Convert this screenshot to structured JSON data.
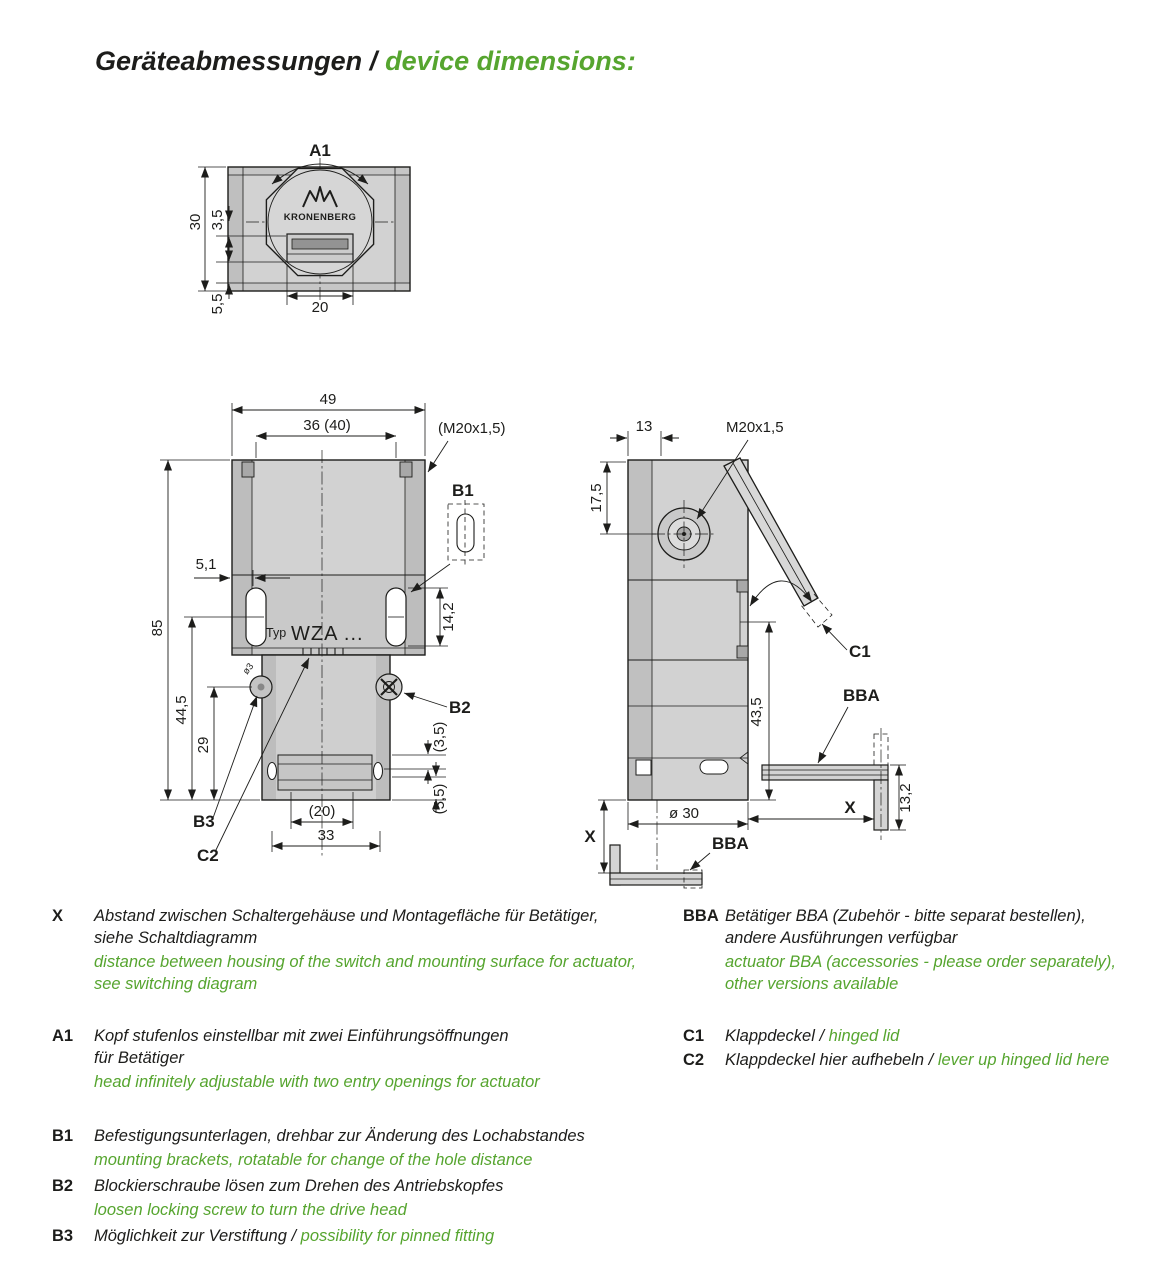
{
  "colors": {
    "green": "#56a52f",
    "ink": "#1d1d1b"
  },
  "title": {
    "de": "Geräteabmessungen /",
    "en": "device dimensions:"
  },
  "top_view": {
    "a1": "A1",
    "brand": "KRONENBERG",
    "d30": "30",
    "d35": "3,5",
    "d55": "5,5",
    "d20": "20"
  },
  "front_view": {
    "d49": "49",
    "d36_40": "36 (40)",
    "m20": "(M20x1,5)",
    "b1": "B1",
    "d51": "5,1",
    "d85": "85",
    "d142": "14,2",
    "typ": "Typ",
    "model": "WZA ...",
    "o3": "ø3",
    "d445": "44,5",
    "d29": "29",
    "b2": "B2",
    "d35p": "(3,5)",
    "d55p": "(5,5)",
    "d20p": "(20)",
    "d33": "33",
    "b3": "B3",
    "c2": "C2"
  },
  "side_view": {
    "d13": "13",
    "m20": "M20x1,5",
    "d175": "17,5",
    "d435": "43,5",
    "c1": "C1",
    "bba_right": "BBA",
    "d132": "13,2",
    "o30": "ø 30",
    "x_right": "X",
    "x_left": "X",
    "bba_bottom": "BBA"
  },
  "legend": {
    "left": [
      {
        "key": "X",
        "de": "Abstand zwischen Schaltergehäuse und Montagefläche für Betätiger,\nsiehe Schaltdiagramm",
        "en": "distance between housing of the switch and mounting surface for actuator,\nsee switching diagram"
      },
      {
        "key": "A1",
        "de": "Kopf stufenlos einstellbar mit zwei Einführungsöffnungen\nfür Betätiger",
        "en": "head infinitely adjustable with two entry openings for actuator"
      },
      {
        "key": "B1",
        "de": "Befestigungsunterlagen, drehbar zur Änderung des Lochabstandes",
        "en": "mounting brackets, rotatable for change of the hole distance"
      },
      {
        "key": "B2",
        "de": "Blockierschraube lösen zum Drehen des Antriebskopfes",
        "en": "loosen locking screw to turn the drive head"
      },
      {
        "key": "B3",
        "de": "Möglichkeit zur Verstiftung /",
        "en": "possibility for pinned fitting"
      }
    ],
    "right": [
      {
        "key": "BBA",
        "de": "Betätiger BBA (Zubehör - bitte separat bestellen),\nandere Ausführungen verfügbar",
        "en": "actuator BBA (accessories - please order separately),\nother versions available"
      },
      {
        "key": "C1",
        "de": "Klappdeckel /",
        "en": "hinged lid"
      },
      {
        "key": "C2",
        "de": "Klappdeckel hier aufhebeln /",
        "en": "lever up hinged lid here"
      }
    ]
  }
}
